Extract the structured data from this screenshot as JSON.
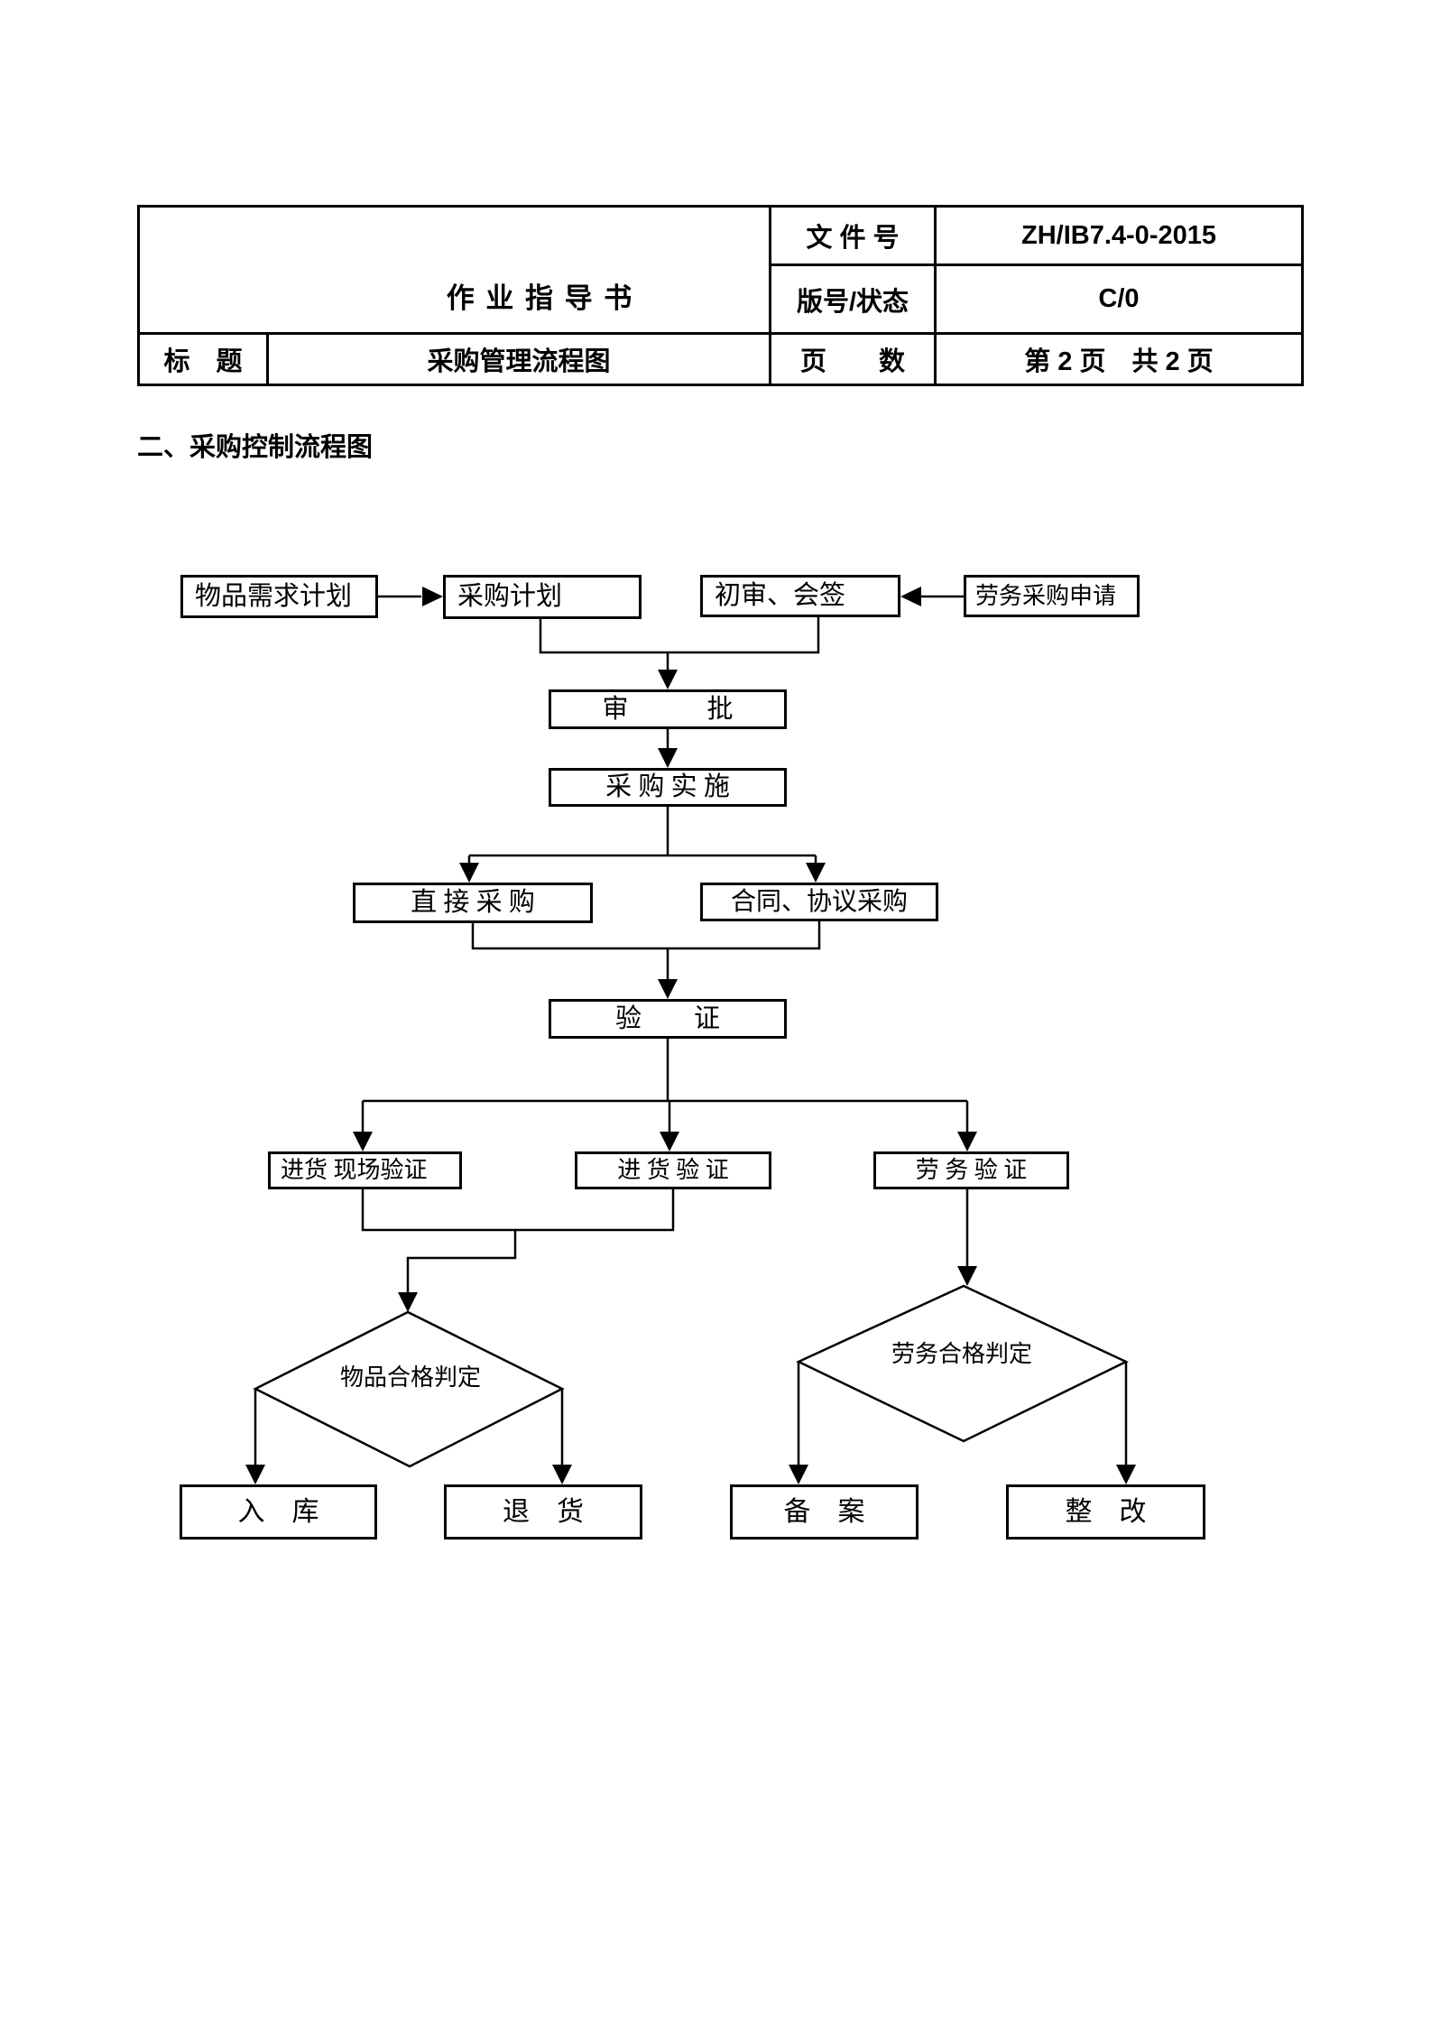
{
  "header_table": {
    "doc_type_label": "作 业 指 导 书",
    "doc_no_label": "文 件 号",
    "doc_no_value": "ZH/IB7.4-0-2015",
    "version_label": "版号/状态",
    "version_value": "C/0",
    "title_label": "标　题",
    "title_value": "采购管理流程图",
    "pages_label": "页　　数",
    "pages_value": "第 2 页　共 2 页"
  },
  "section_heading": "二、采购控制流程图",
  "flowchart": {
    "nodes": [
      {
        "id": "goods-demand-plan",
        "label": "物品需求计划"
      },
      {
        "id": "purchase-plan",
        "label": "采购计划"
      },
      {
        "id": "initial-review-countersign",
        "label": "初审、会签"
      },
      {
        "id": "labor-purchase-request",
        "label": "劳务采购申请"
      },
      {
        "id": "approval",
        "label": "审　　　批"
      },
      {
        "id": "purchase-implementation",
        "label": "采 购 实 施"
      },
      {
        "id": "direct-purchase",
        "label": "直 接 采 购"
      },
      {
        "id": "contract-agreement-purchase",
        "label": "合同、协议采购"
      },
      {
        "id": "verification",
        "label": "验　　证"
      },
      {
        "id": "incoming-site-verification",
        "label": "进货 现场验证"
      },
      {
        "id": "incoming-verification",
        "label": "进 货 验 证"
      },
      {
        "id": "labor-verification",
        "label": "劳 务 验 证"
      },
      {
        "id": "warehousing",
        "label": "入　库"
      },
      {
        "id": "return-goods",
        "label": "退　货"
      },
      {
        "id": "filing",
        "label": "备　案"
      },
      {
        "id": "rectification",
        "label": "整　改"
      }
    ],
    "diamonds": [
      {
        "id": "goods-qualification-judgement",
        "label": "物品合格判定"
      },
      {
        "id": "labor-qualification-judgement",
        "label": "劳务合格判定"
      }
    ],
    "line_color": "#000000",
    "box_background": "#ffffff"
  }
}
